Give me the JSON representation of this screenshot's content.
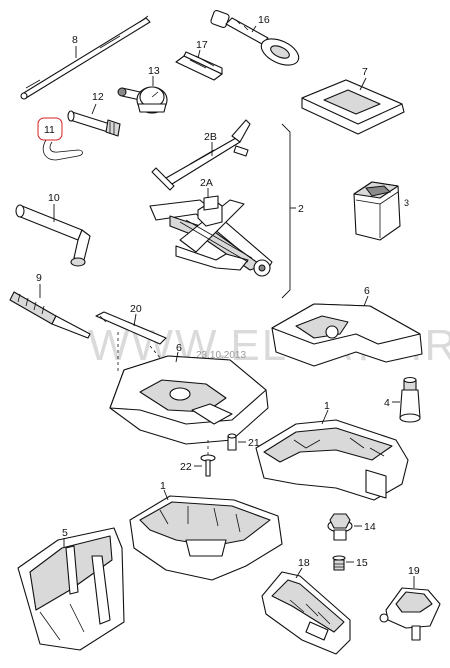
{
  "watermark": {
    "text": "WWW.ELCATS.RU",
    "date": "23.10.2013"
  },
  "colors": {
    "line": "#111111",
    "highlight": "#d42020",
    "watermark": "#bdbdbd",
    "fill_gray": "#d9d9d9"
  },
  "callouts": {
    "c16": "16",
    "c8": "8",
    "c17": "17",
    "c13": "13",
    "c7": "7",
    "c12": "12",
    "c11": "11",
    "c2B": "2B",
    "c2A": "2A",
    "c2": "2",
    "c3": "3",
    "c10": "10",
    "c9": "9",
    "c20": "20",
    "c6a": "6",
    "c6b": "6",
    "c4": "4",
    "c1a": "1",
    "c21": "21",
    "c22": "22",
    "c1b": "1",
    "c14": "14",
    "c5": "5",
    "c18": "18",
    "c15": "15",
    "c19": "19"
  },
  "highlighted_callout": "11"
}
